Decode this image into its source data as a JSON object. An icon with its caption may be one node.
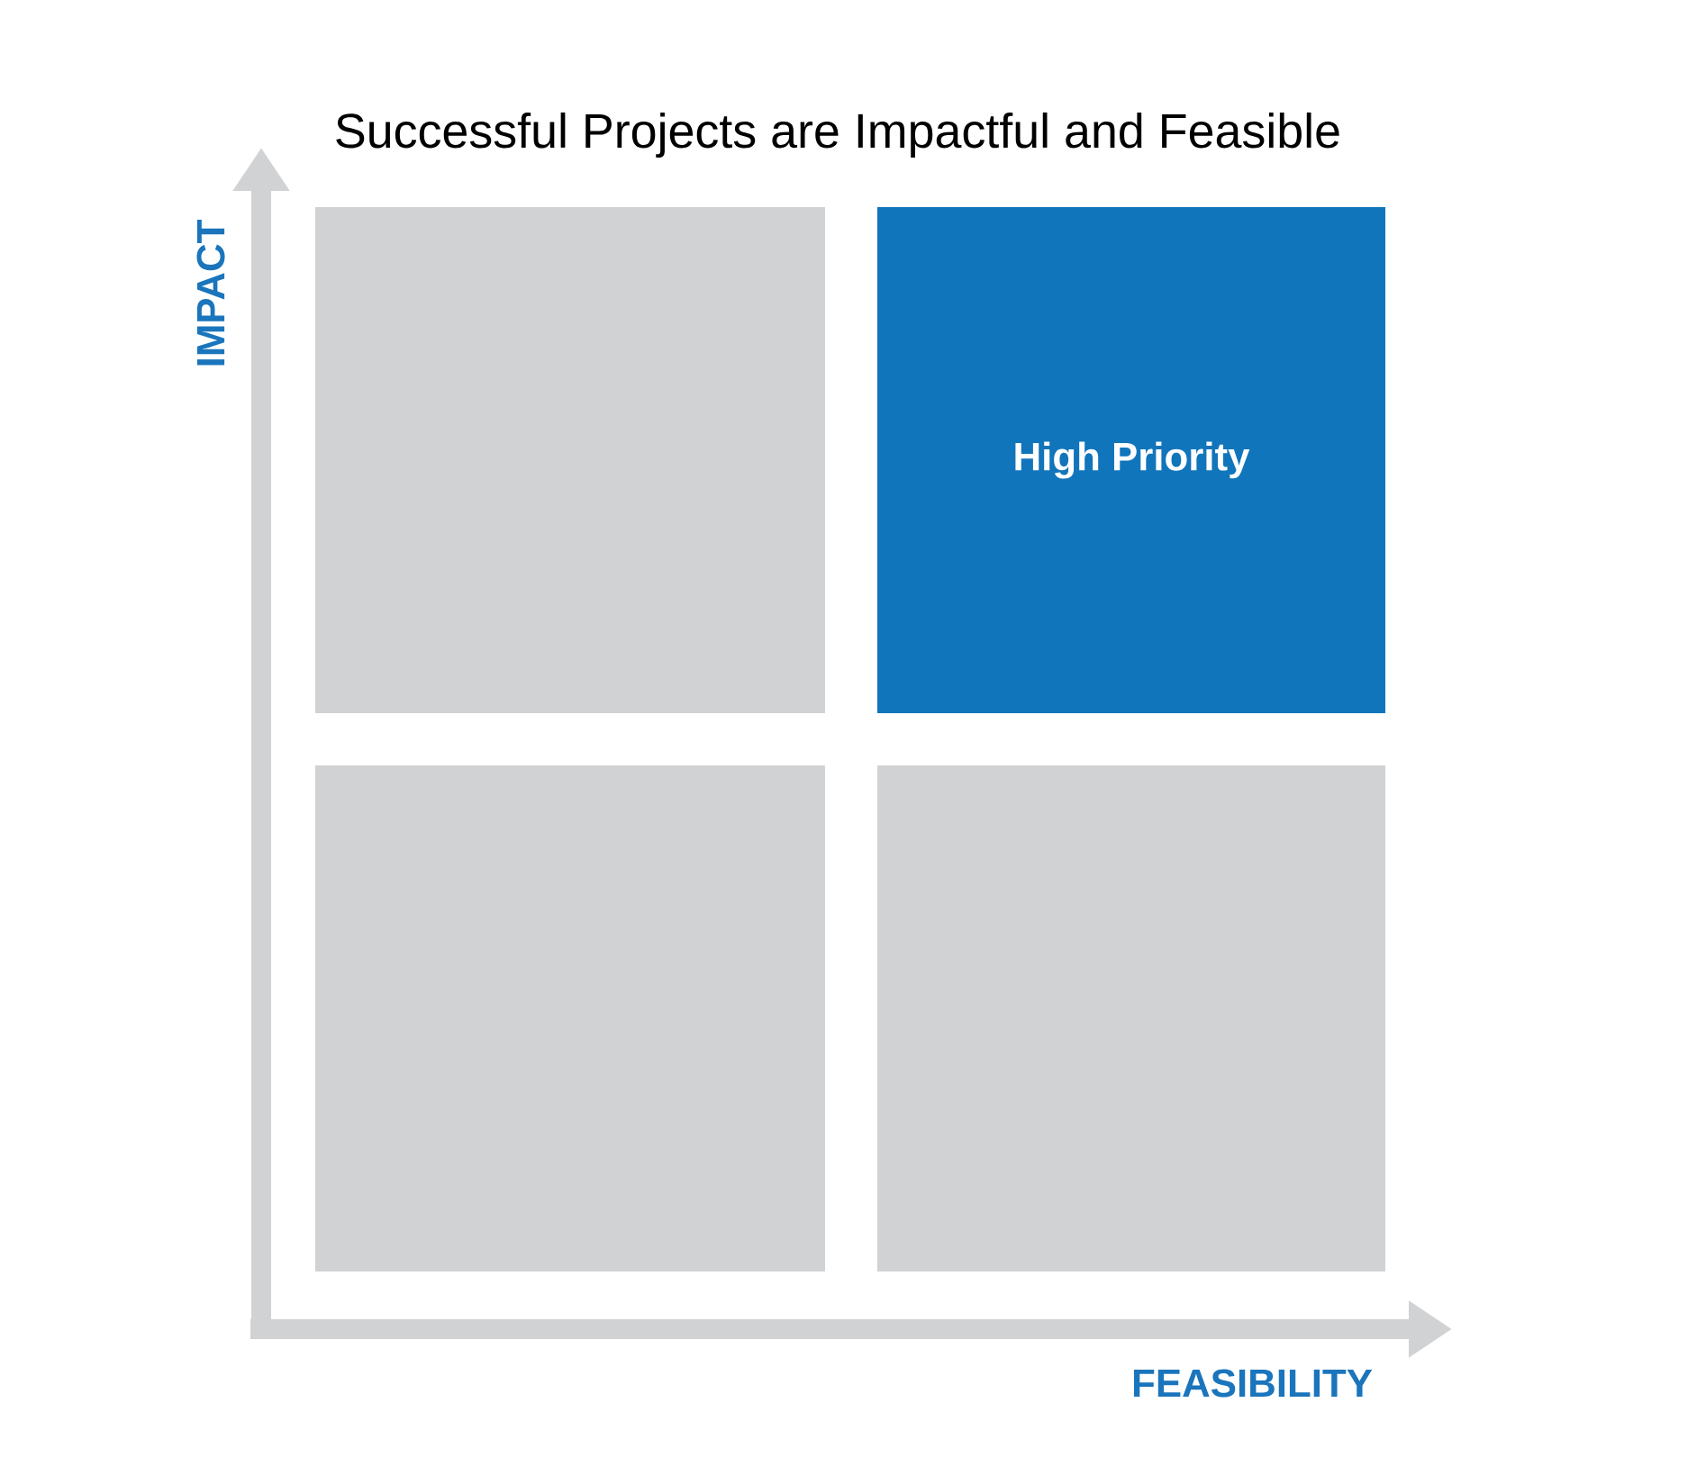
{
  "diagram": {
    "title": "Successful Projects are Impactful and Feasible",
    "nodes": [
      {
        "text": [],
        "shape": "box"
      },
      {
        "text": [
          "High Priority"
        ]
      },
      {
        "text": [],
        "shape": "box"
      },
      {
        "text": [],
        "shape": "box"
      }
    ],
    "labels": [
      "IMPACT",
      "FEASIBILITY"
    ]
  }
}
